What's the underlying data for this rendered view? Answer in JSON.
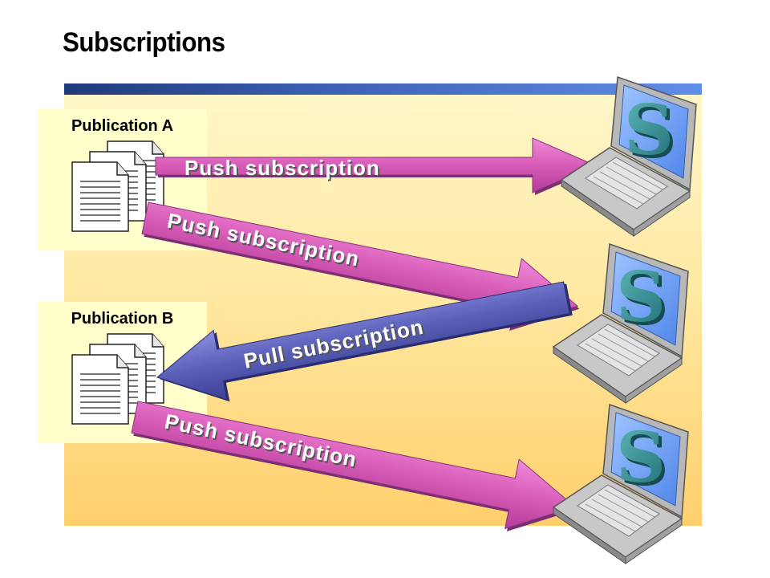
{
  "title": "Subscriptions",
  "publications": [
    {
      "label": "Publication A"
    },
    {
      "label": "Publication B"
    }
  ],
  "arrows": [
    {
      "label": "Push subscription",
      "type": "push",
      "color": "#e060c0"
    },
    {
      "label": "Push subscription",
      "type": "push",
      "color": "#e060c0"
    },
    {
      "label": "Pull subscription",
      "type": "pull",
      "color": "#5a5fb8"
    },
    {
      "label": "Push subscription",
      "type": "push",
      "color": "#e060c0"
    }
  ],
  "subscribers": [
    {
      "icon": "laptop-server-icon",
      "letter": "S"
    },
    {
      "icon": "laptop-server-icon",
      "letter": "S"
    },
    {
      "icon": "laptop-server-icon",
      "letter": "S"
    }
  ]
}
